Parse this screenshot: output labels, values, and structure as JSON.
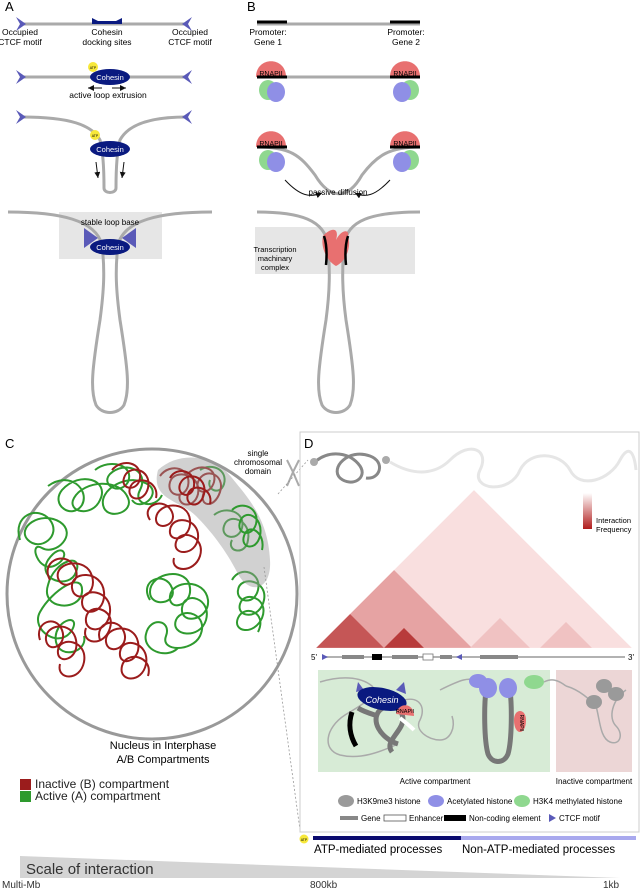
{
  "panels": {
    "a": {
      "letter": "A",
      "occupied_ctcf_left": [
        "Occupied",
        "CTCF motif"
      ],
      "occupied_ctcf_right": [
        "Occupied",
        "CTCF motif"
      ],
      "cohesin_docking": [
        "Cohesin",
        "docking sites"
      ],
      "cohesin": "Cohesin",
      "atp": "ATP",
      "active_loop_extrusion": "active loop extrusion",
      "stable_loop_base": "stable loop base"
    },
    "b": {
      "letter": "B",
      "promoter_1": [
        "Promoter:",
        "Gene 1"
      ],
      "promoter_2": [
        "Promoter:",
        "Gene 2"
      ],
      "rnapii": "RNAPII",
      "passive_diffusion": "passive diffusion",
      "transcription_complex": [
        "Transcription",
        "machinary",
        "complex"
      ]
    },
    "c": {
      "letter": "C",
      "single_domain": [
        "single",
        "chromosomal",
        "domain"
      ],
      "nucleus_caption": [
        "Nucleus in Interphase",
        "A/B Compartments"
      ],
      "legend": [
        {
          "label": "Inactive (B) compartment",
          "color": "#9b1c1c"
        },
        {
          "label": "Active (A) compartment",
          "color": "#2e9a2e"
        }
      ]
    },
    "d": {
      "letter": "D",
      "interaction_frequency": [
        "Interaction",
        "Frequency"
      ],
      "five_prime": "5'",
      "three_prime": "3'",
      "active_compartment": "Active compartment",
      "inactive_compartment": "Inactive compartment",
      "cohesin": "Cohesin",
      "rnapii": "RNAPII",
      "histone_legend": [
        {
          "label": "H3K9me3 histone",
          "color": "#9a9a9a"
        },
        {
          "label": "Acetylated histone",
          "color": "#8f8fe6"
        },
        {
          "label": "H3K4 methylated histone",
          "color": "#8fd88f"
        }
      ],
      "element_legend": [
        {
          "label": "Gene",
          "icon": "gene-bar-icon"
        },
        {
          "label": "Enhancer",
          "icon": "enhancer-box-icon"
        },
        {
          "label": "Non-coding element",
          "icon": "noncoding-bar-icon"
        },
        {
          "label": "CTCF motif",
          "icon": "ctcf-arrow-icon"
        }
      ]
    }
  },
  "processes": {
    "atp": "ATP",
    "atp_mediated": "ATP-mediated processes",
    "non_atp_mediated": "Non-ATP-mediated processes",
    "colors": {
      "atp_bar": "#0a0a6e",
      "non_atp_bar": "#a9a9ee"
    }
  },
  "scale": {
    "title": "Scale of interaction",
    "ticks": [
      "Multi-Mb",
      "800kb",
      "1kb"
    ]
  },
  "colors": {
    "cohesin": "#0a1a80",
    "ctcf": "#5a5ab8",
    "rnapii": "#e87070",
    "inactive": "#9b1c1c",
    "active": "#2e9a2e",
    "chromatin": "#a8a8a8"
  }
}
